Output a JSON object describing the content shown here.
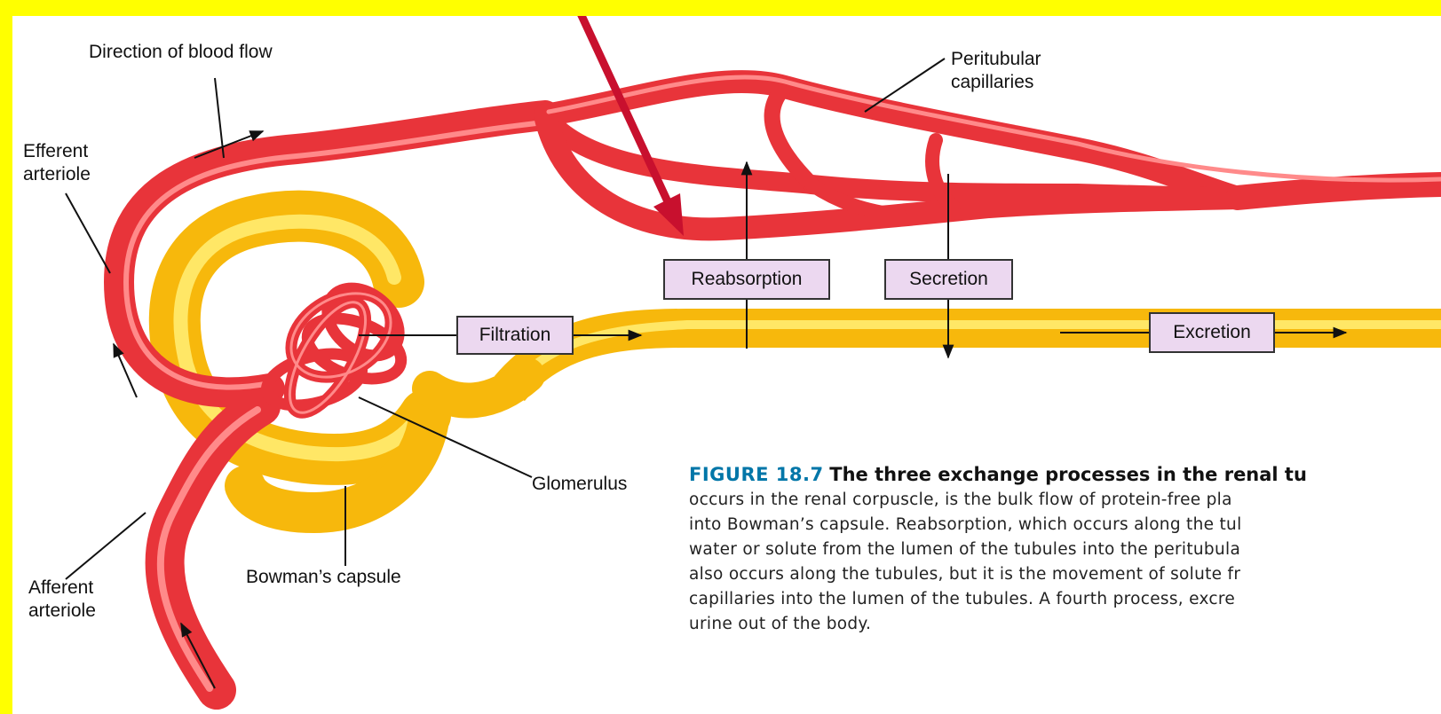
{
  "labels": {
    "direction": "Direction of blood flow",
    "peritubular_1": "Peritubular",
    "peritubular_2": "capillaries",
    "efferent_1": "Efferent",
    "efferent_2": "arteriole",
    "glomerulus": "Glomerulus",
    "bowmans": "Bowman’s capsule",
    "afferent_1": "Afferent",
    "afferent_2": "arteriole"
  },
  "process_boxes": {
    "filtration": "Filtration",
    "reabsorption": "Reabsorption",
    "secretion": "Secretion",
    "excretion": "Excretion"
  },
  "caption": {
    "figure_number": "FIGURE 18.7",
    "title": "The three exchange processes in the renal tu",
    "lines": [
      "occurs in the renal corpuscle, is the bulk flow of protein-free pla",
      "into Bowman’s capsule. Reabsorption, which occurs along the tul",
      "water or solute from the lumen of the tubules into the peritubula",
      "also occurs along the tubules, but it is the movement of solute fr",
      "capillaries into the lumen of the tubules. A fourth process, excre",
      "urine out of the body."
    ]
  },
  "colors": {
    "frame": "#ffff00",
    "vessel": "#e8343a",
    "vessel_highlight": "#ff8a8a",
    "tubule": "#f7b80c",
    "tubule_highlight": "#ffe766",
    "annotation_arrow": "#c8102e",
    "box_fill": "#ecd8f0",
    "figure_number": "#0076a8"
  }
}
